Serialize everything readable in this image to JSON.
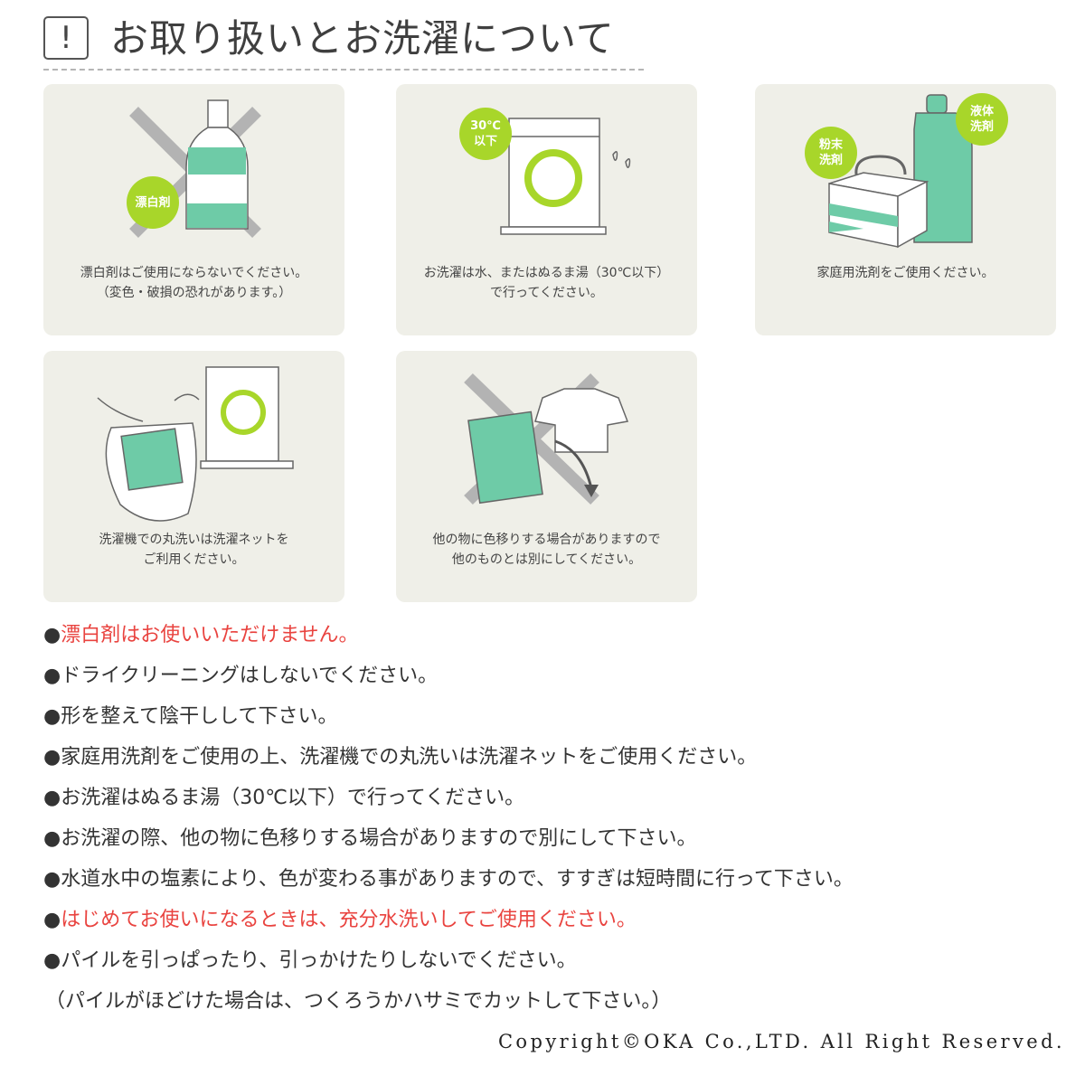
{
  "header": {
    "icon_glyph": "!",
    "title": "お取り扱いとお洗濯について"
  },
  "cards": [
    {
      "badge": "漂白剤",
      "text": "漂白剤はご使用にならないでください。\n（変色・破損の恐れがあります。）"
    },
    {
      "badge": "30℃\n以下",
      "text": "お洗濯は水、またはぬるま湯（30℃以下）\nで行ってください。"
    },
    {
      "badge_powder": "粉末\n洗剤",
      "badge_liquid": "液体\n洗剤",
      "text": "家庭用洗剤をご使用ください。"
    },
    {
      "text": "洗濯機での丸洗いは洗濯ネットを\nご利用ください。"
    },
    {
      "text": "他の物に色移りする場合がありますので\n他のものとは別にしてください。"
    }
  ],
  "notes": [
    {
      "bullet": "●",
      "text": "漂白剤はお使いいただけません。",
      "red": true
    },
    {
      "bullet": "●",
      "text": "ドライクリーニングはしないでください。"
    },
    {
      "bullet": "●",
      "text": "形を整えて陰干しして下さい。"
    },
    {
      "bullet": "●",
      "text": "家庭用洗剤をご使用の上、洗濯機での丸洗いは洗濯ネットをご使用ください。"
    },
    {
      "bullet": "●",
      "text": "お洗濯はぬるま湯（30℃以下）で行ってください。"
    },
    {
      "bullet": "●",
      "text": "お洗濯の際、他の物に色移りする場合がありますので別にして下さい。"
    },
    {
      "bullet": "●",
      "text": "水道水中の塩素により、色が変わる事がありますので、すすぎは短時間に行って下さい。"
    },
    {
      "bullet": "●",
      "text": "はじめてお使いになるときは、充分水洗いしてご使用ください。",
      "red": true
    },
    {
      "bullet": "●",
      "text": "パイルを引っぱったり、引っかけたりしないでください。"
    },
    {
      "bullet": "",
      "text": "（パイルがほどけた場合は、つくろうかハサミでカットして下さい。）"
    }
  ],
  "copyright": "Copyright©OKA Co.,LTD. All Right Reserved.",
  "colors": {
    "accent_green": "#a8d62a",
    "mint": "#6ecba7",
    "card_bg": "#efefe8",
    "warning_red": "#e9433f",
    "cross_gray": "#b3b3b3"
  }
}
